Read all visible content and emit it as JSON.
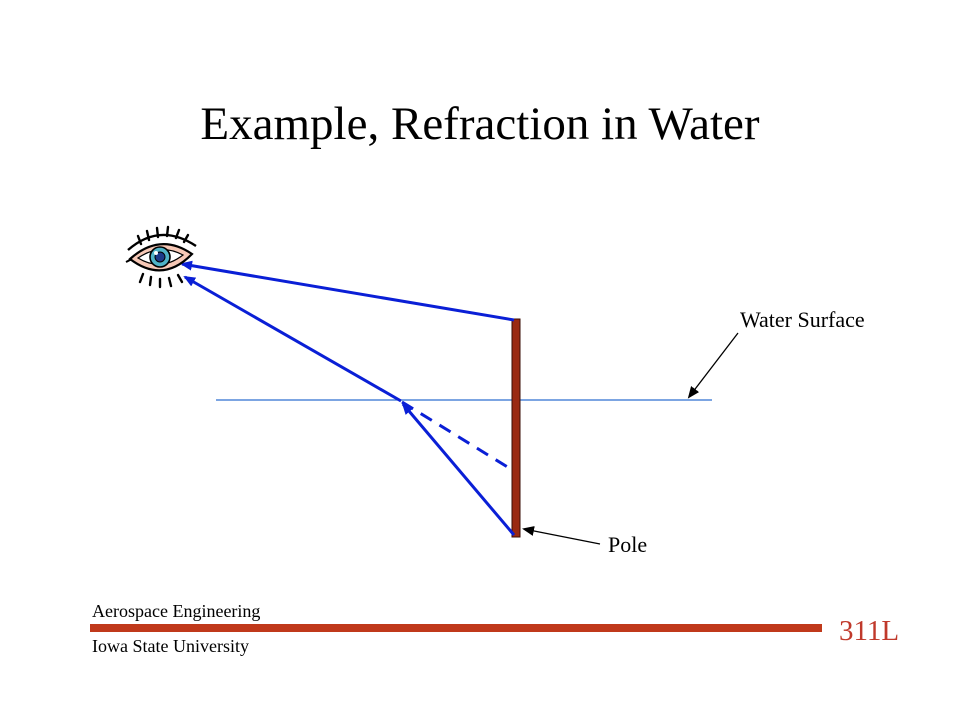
{
  "slide": {
    "title": "Example, Refraction in Water",
    "labels": {
      "water_surface": "Water Surface",
      "pole": "Pole"
    },
    "footer": {
      "department": "Aerospace Engineering",
      "university": "Iowa State University",
      "course": "311L"
    },
    "colors": {
      "ray": "#0a1fd6",
      "water_line": "#2e6fd0",
      "pole": "#9a2a12",
      "accent_bar": "#c0391b",
      "course_text": "#c0392b"
    },
    "icons": [
      "eye-icon"
    ]
  }
}
